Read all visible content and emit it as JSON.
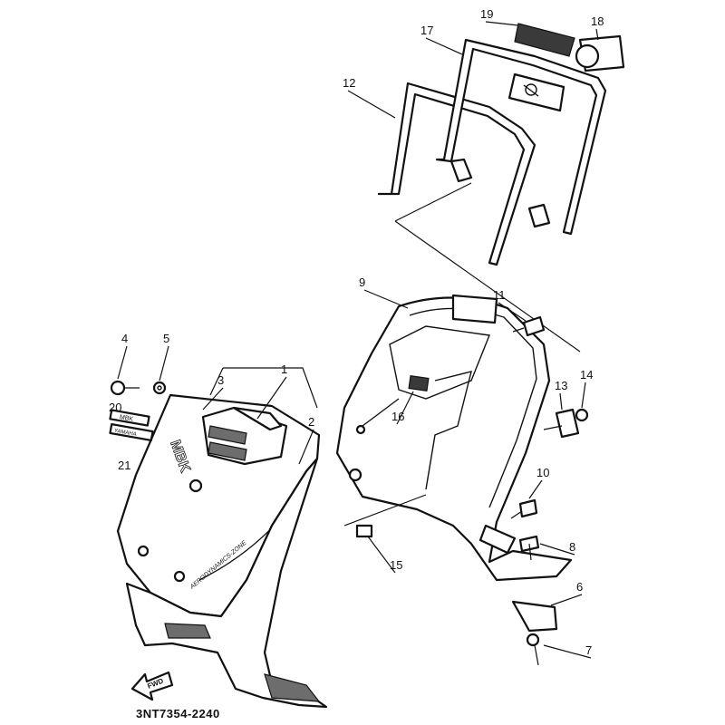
{
  "diagram": {
    "callouts": [
      "1",
      "2",
      "3",
      "4",
      "5",
      "6",
      "7",
      "8",
      "9",
      "10",
      "11",
      "12",
      "13",
      "14",
      "15",
      "16",
      "17",
      "18",
      "19",
      "20",
      "21"
    ],
    "part_code": "3NT7354-2240",
    "direction_label": "FWD",
    "logo_text_brand": "MBK",
    "emblem_text_mbk": "MBK",
    "emblem_text_yamaha": "YAMAHA",
    "panel_text": "AERODYNAMICS-ZONE"
  }
}
